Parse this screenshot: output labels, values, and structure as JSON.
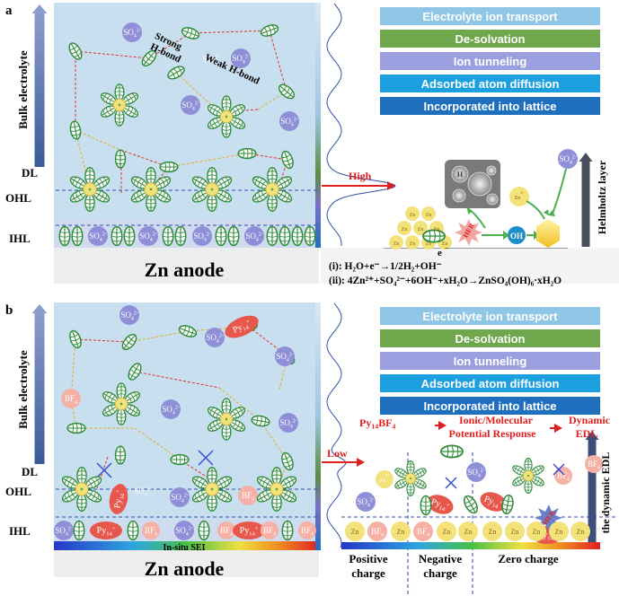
{
  "panel_a": {
    "label": "a",
    "bulk_label": "Bulk electrolyte",
    "dl": "DL",
    "ohl": "OHL",
    "ihl": "IHL",
    "strong_hbond": [
      "Strong",
      "H-bond"
    ],
    "weak_hbond": "Weak  H-bond",
    "anion": "SO",
    "anion_sub": "4",
    "anion_sup": "2-",
    "anode_label": "Zn anode",
    "arrow_label": "High",
    "steps": [
      "Electrolyte ion transport",
      "De-solvation",
      "Ion tunneling",
      "Adsorbed atom diffusion",
      "Incorporated into lattice"
    ],
    "helmholtz": "Helmholtz layer",
    "her": "HER",
    "h2": "H",
    "oh": "OH",
    "zn2": "Zn",
    "zn": "Zn",
    "eq1": "(i):  H₂O+e⁻→1/2H₂+OH⁻",
    "eq2": "(ii):  4Zn²⁺+SO₄²⁻+6OH⁻+xH₂O→ZnSO₄(OH)₆·xH₂O"
  },
  "panel_b": {
    "label": "b",
    "bulk_label": "Bulk electrolyte",
    "dl": "DL",
    "ohl": "OHL",
    "ihl": "IHL",
    "anion": "SO",
    "anion_sub": "4",
    "anion_sup": "2-",
    "bf": "BF",
    "bf_sub": "4",
    "py": "Py",
    "py_sub": "14",
    "py_sup": "+",
    "sei": "In-situ SEI",
    "anode_label": "Zn anode",
    "arrow_label": "Low",
    "steps": [
      "Electrolyte ion transport",
      "De-solvation",
      "Ion tunneling",
      "Adsorbed atom diffusion",
      "Incorporated into lattice"
    ],
    "response_py": "Py",
    "response_py_sub": "14",
    "response_bf": "BF",
    "response_bf_sub": "4",
    "response_line1": "Ionic/Molecular",
    "response_line2": "Potential Response",
    "dynamic": "Dynamic",
    "edl": "EDL",
    "dynamic_edl_vertical": "the dynamic EDL",
    "her": "HER",
    "zn": "Zn",
    "zn2": "Zn",
    "charges": [
      {
        "line1": "Positive",
        "line2": "charge"
      },
      {
        "line1": "Negative",
        "line2": "charge"
      },
      {
        "line1": "Zero charge",
        "line2": ""
      }
    ]
  },
  "colors": {
    "electrolyte": "#c8dff0",
    "step1": "#8fc6e6",
    "step2": "#6fa84c",
    "step3": "#9b9fe0",
    "step4": "#1da0e0",
    "step5": "#1f6fbf",
    "water": "#2e8b3a",
    "zn_ion": "#f3e27a",
    "sulfate": "#8f8fd8",
    "bf4": "#f6b1a6",
    "py14": "#e8574b",
    "arrow_red": "#e02020"
  }
}
